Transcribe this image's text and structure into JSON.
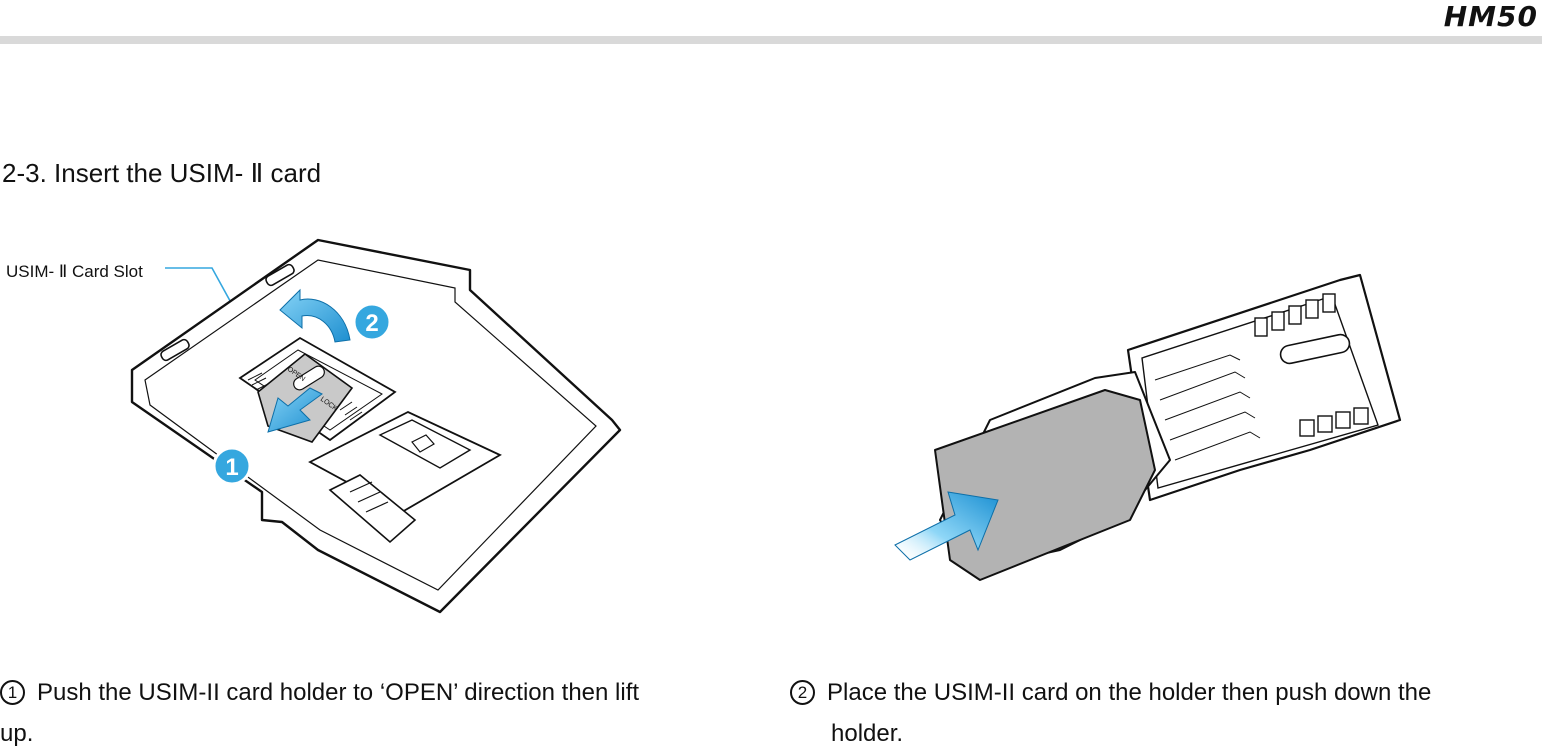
{
  "header": {
    "model": "HM50"
  },
  "section": {
    "title": "2-3. Insert  the  USIM- Ⅱ card"
  },
  "figure_left": {
    "slot_label": "USIM- Ⅱ Card  Slot",
    "callout_1": "1",
    "callout_2": "2",
    "holder_text_open": "OPEN",
    "holder_text_lock": "LOCK"
  },
  "steps": [
    {
      "number": "1",
      "line1": "Push  the  USIM-II  card  holder  to    ‘OPEN’    direction  then  lift",
      "line2": "up."
    },
    {
      "number": "2",
      "line1": "Place  the  USIM-II  card  on  the  holder  then  push  down  the",
      "line2": "holder."
    }
  ],
  "colors": {
    "arrow_blue": "#2a9fd8",
    "callout_blue": "#35a7df",
    "card_gray": "#b3b3b3",
    "rule_gray": "#d9d9d9"
  }
}
